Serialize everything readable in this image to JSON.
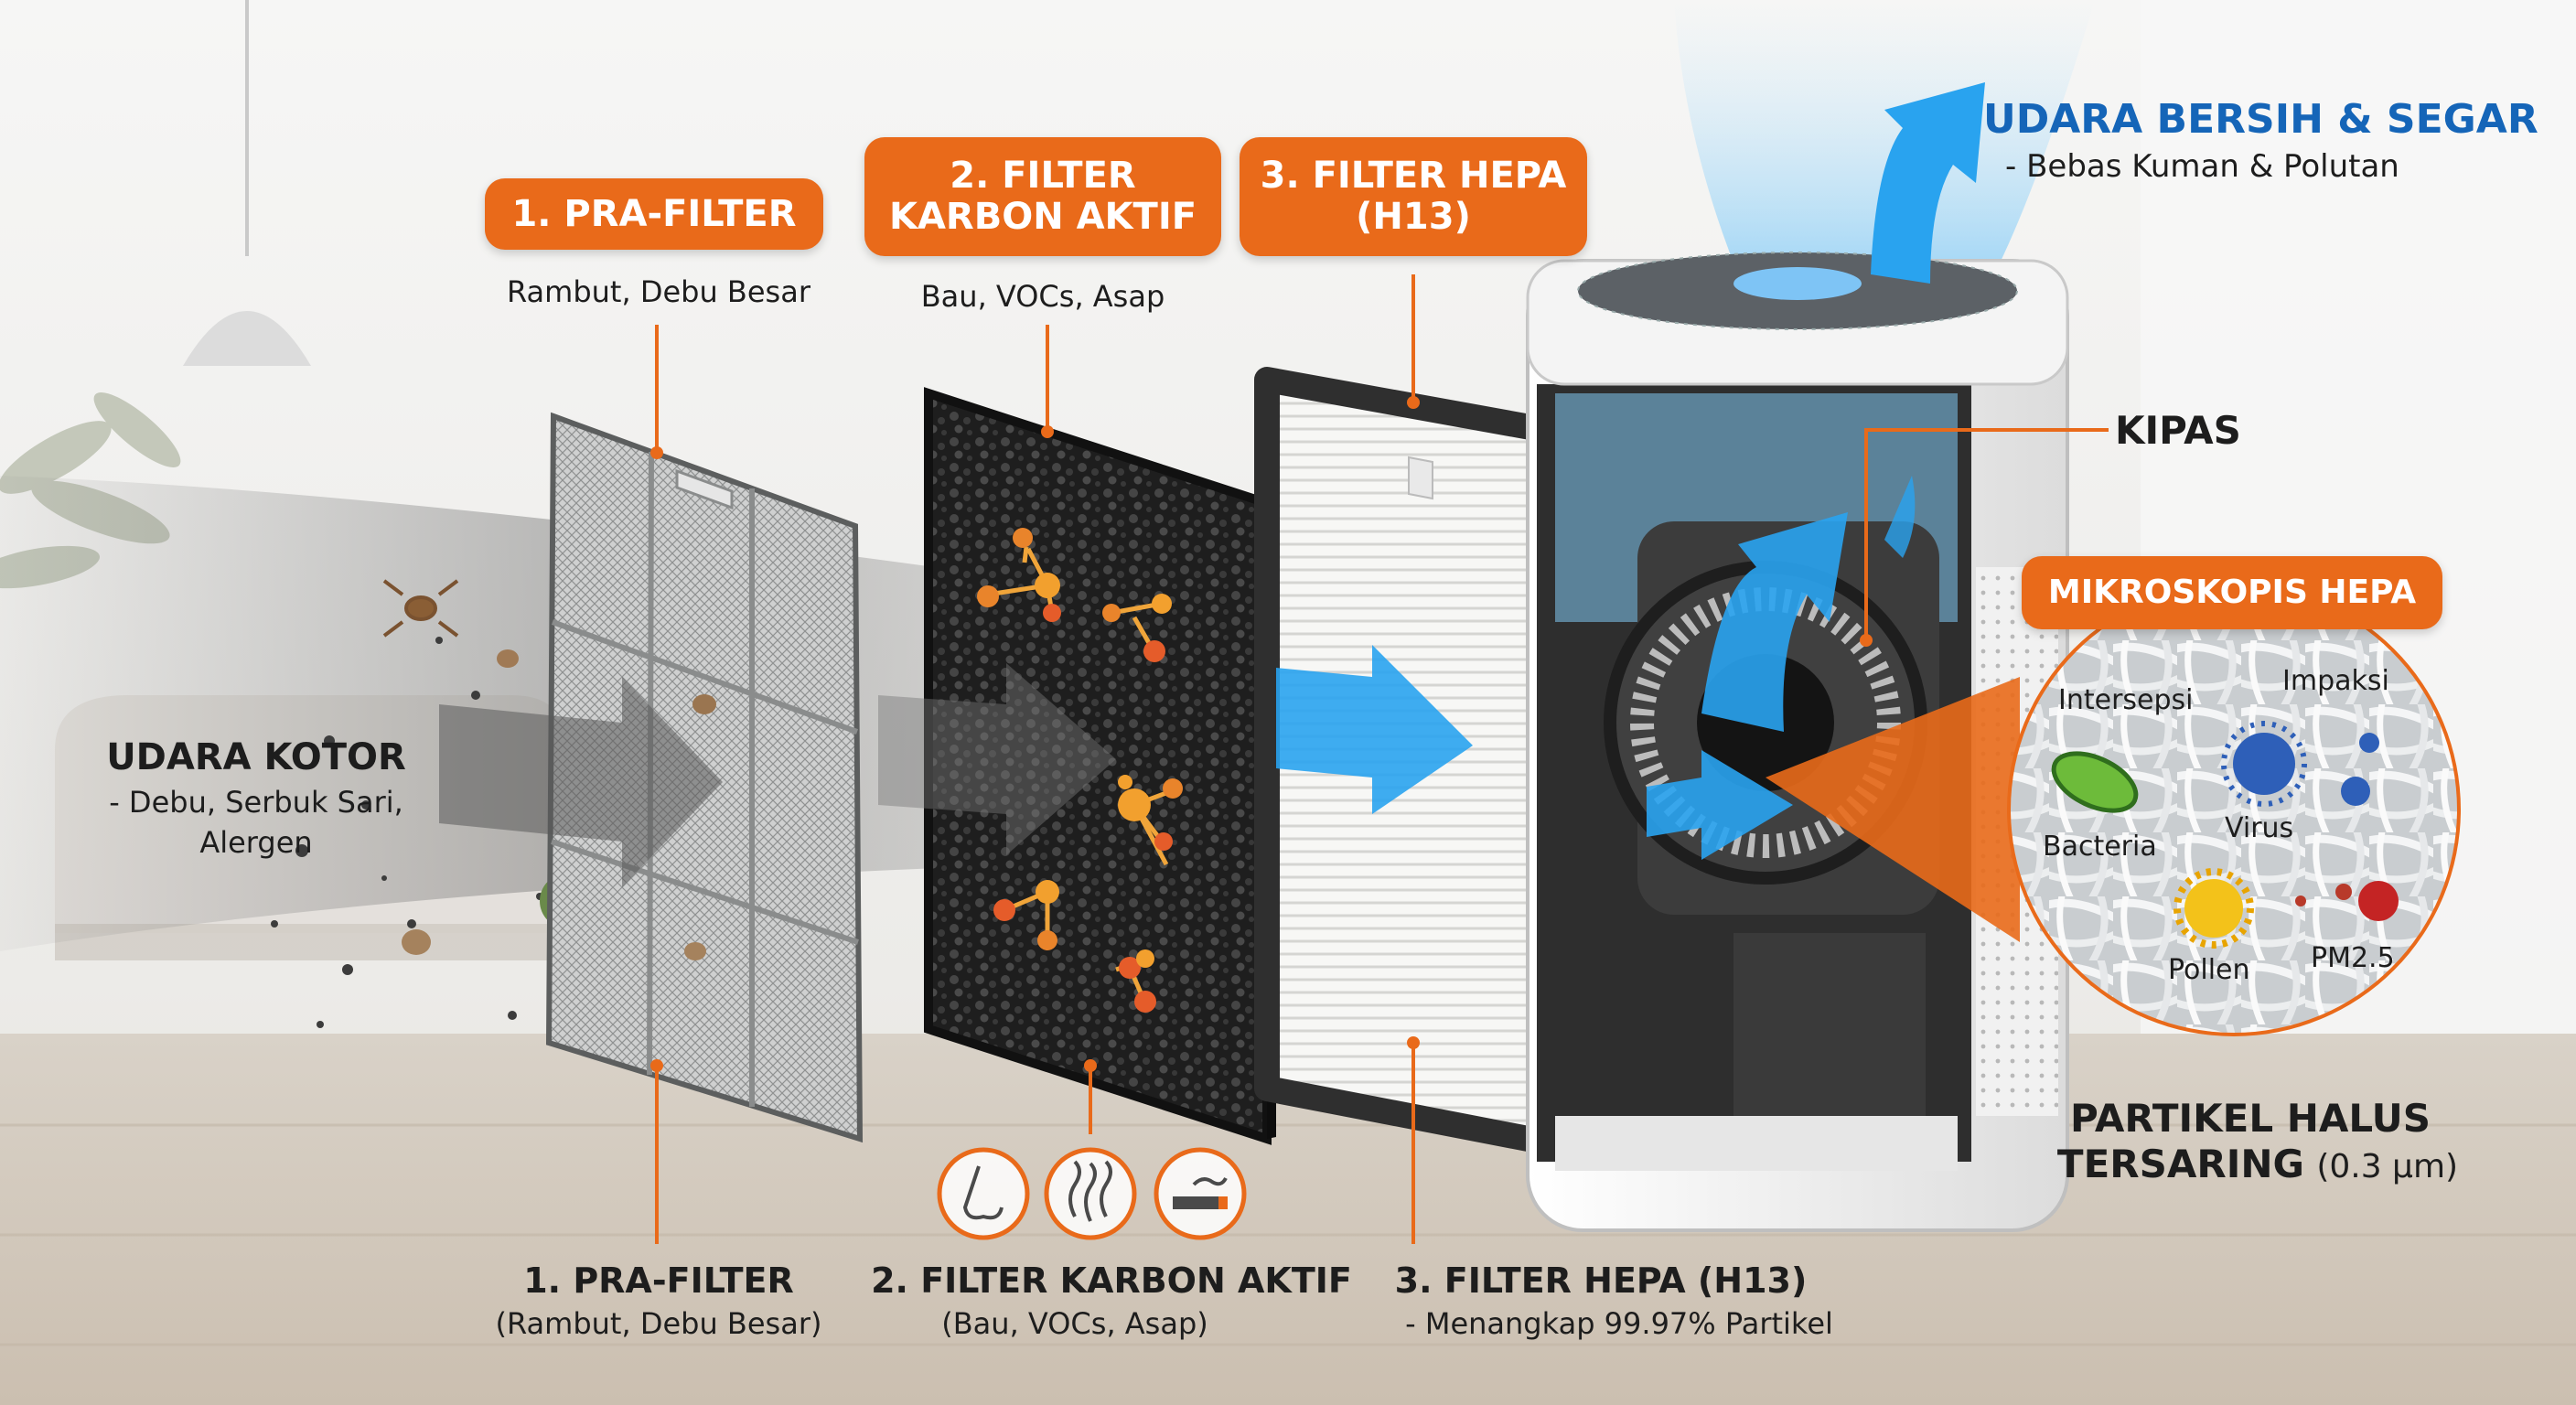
{
  "clean_air": {
    "title": "UDARA BERSIH & SEGAR",
    "subtitle": "- Bebas Kuman & Polutan"
  },
  "dirty_air": {
    "title": "UDARA KOTOR",
    "line1": "- Debu, Serbuk Sari,",
    "line2": "Alergen"
  },
  "stage1": {
    "tag": "1. PRA-FILTER",
    "desc": "Rambut, Debu Besar",
    "bottom_title": "1. PRA-FILTER",
    "bottom_desc": "(Rambut, Debu Besar)"
  },
  "stage2": {
    "tag_line1": "2. FILTER",
    "tag_line2": "KARBON AKTIF",
    "desc": "Bau, VOCs, Asap",
    "bottom_title": "2. FILTER KARBON AKTIF",
    "bottom_desc": "(Bau, VOCs, Asap)",
    "icons": [
      "nose-icon",
      "odor-fumes-icon",
      "cigarette-smoke-icon"
    ]
  },
  "stage3": {
    "tag_line1": "3. FILTER HEPA",
    "tag_line2": "(H13)",
    "bottom_title": "3. FILTER HEPA (H13)",
    "bottom_desc": "- Menangkap 99.97% Partikel"
  },
  "fan": {
    "label": "KIPAS"
  },
  "microscope": {
    "tag": "MIKROSKOPIS HEPA",
    "labels": {
      "intersepsi": "Intersepsi",
      "impaksi": "Impaksi",
      "virus": "Virus",
      "bacteria": "Bacteria",
      "pollen": "Pollen",
      "pm25": "PM2.5"
    }
  },
  "fine_particles": {
    "line1": "PARTIKEL HALUS",
    "line2": "TERSARING",
    "size": "(0.3 µm)"
  },
  "colors": {
    "accent": "#e96a1a",
    "blue": "#1565b8",
    "airflow": "#29a3ef"
  }
}
